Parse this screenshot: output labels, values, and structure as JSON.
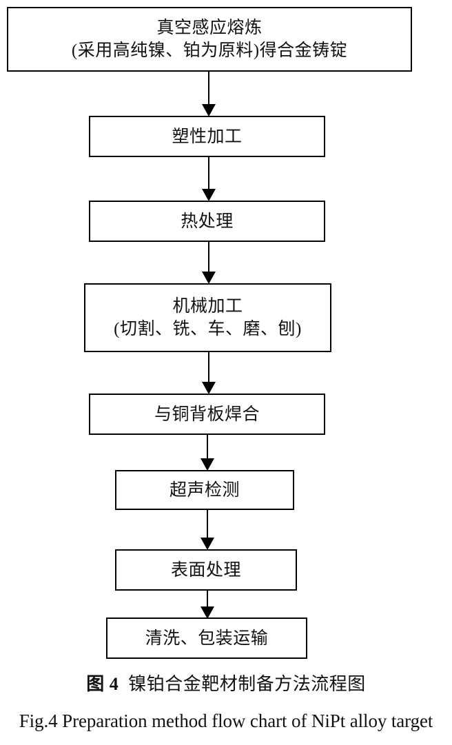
{
  "figure": {
    "caption_cn_label": "图 4",
    "caption_cn_text": "镍铂合金靶材制备方法流程图",
    "caption_en": "Fig.4 Preparation method flow chart of NiPt alloy target",
    "background_color": "#ffffff",
    "line_color": "#000000",
    "text_color": "#111111"
  },
  "chart_data": {
    "type": "diagram",
    "diagram_kind": "flowchart",
    "orientation": "top-to-bottom",
    "title": "图 4 镍铂合金靶材制备方法流程图",
    "title_en": "Fig.4 Preparation method flow chart of NiPt alloy target",
    "nodes": [
      {
        "id": "melting",
        "shape": "rectangle",
        "line1": "真空感应熔炼",
        "line2": "(采用高纯镍、铂为原料)得合金铸锭"
      },
      {
        "id": "plastic-working",
        "shape": "rectangle",
        "line1": "塑性加工",
        "line2": ""
      },
      {
        "id": "heat-treatment",
        "shape": "rectangle",
        "line1": "热处理",
        "line2": ""
      },
      {
        "id": "machining",
        "shape": "rectangle",
        "line1": "机械加工",
        "line2": "(切割、铣、车、磨、刨)"
      },
      {
        "id": "welding-to-copper-backplate",
        "shape": "rectangle",
        "line1": "与铜背板焊合",
        "line2": ""
      },
      {
        "id": "ultrasonic-testing",
        "shape": "rectangle",
        "line1": "超声检测",
        "line2": ""
      },
      {
        "id": "surface-treatment",
        "shape": "rectangle",
        "line1": "表面处理",
        "line2": ""
      },
      {
        "id": "cleaning-packaging-transport",
        "shape": "rectangle",
        "line1": "清洗、包装运输",
        "line2": ""
      }
    ],
    "edges": [
      {
        "from": "melting",
        "to": "plastic-working",
        "style": "solid-arrow"
      },
      {
        "from": "plastic-working",
        "to": "heat-treatment",
        "style": "solid-arrow"
      },
      {
        "from": "heat-treatment",
        "to": "machining",
        "style": "solid-arrow"
      },
      {
        "from": "machining",
        "to": "welding-to-copper-backplate",
        "style": "solid-arrow"
      },
      {
        "from": "welding-to-copper-backplate",
        "to": "ultrasonic-testing",
        "style": "solid-arrow"
      },
      {
        "from": "ultrasonic-testing",
        "to": "surface-treatment",
        "style": "solid-arrow"
      },
      {
        "from": "surface-treatment",
        "to": "cleaning-packaging-transport",
        "style": "solid-arrow"
      }
    ]
  }
}
